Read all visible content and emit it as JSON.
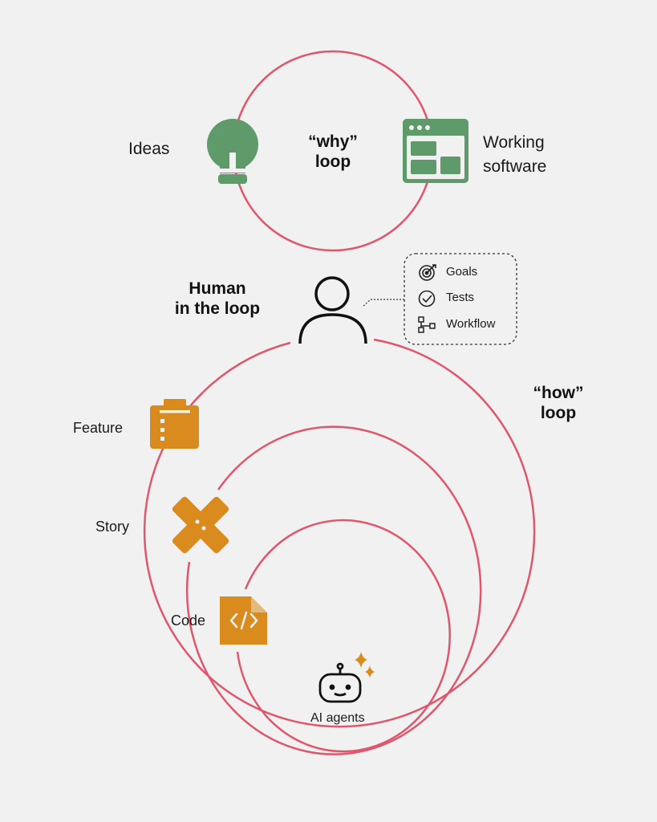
{
  "why_loop": {
    "title_line1": "“why”",
    "title_line2": "loop",
    "left_label": "Ideas",
    "right_label_line1": "Working",
    "right_label_line2": "software"
  },
  "human": {
    "label_line1": "Human",
    "label_line2": "in the loop"
  },
  "callout": {
    "items": [
      "Goals",
      "Tests",
      "Workflow"
    ]
  },
  "how_loop": {
    "title_line1": "“how”",
    "title_line2": "loop",
    "levels": [
      "Feature",
      "Story",
      "Code"
    ],
    "center_label": "AI agents"
  },
  "colors": {
    "loop": "#e0566b",
    "green": "#5e9a6a",
    "orange": "#d98b1d",
    "sparkle": "#d98b1d"
  }
}
